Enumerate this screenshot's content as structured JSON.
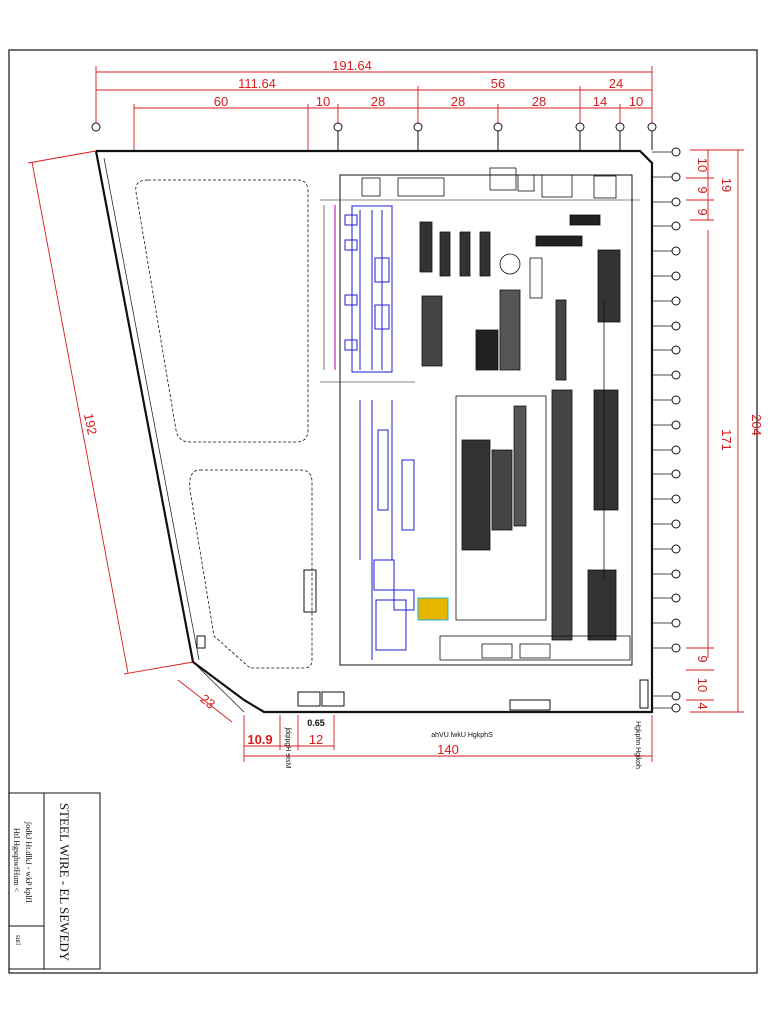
{
  "colors": {
    "dimension": "#d81c1c",
    "boundary": "#111111",
    "equipment_blue": "#1d1dd6",
    "highlight_yellow": "#e7b400",
    "accent_cyan": "#19b6d8",
    "accent_magenta": "#b100b1"
  },
  "dimensions": {
    "top_total": "191.64",
    "top_left": "111.64",
    "top_mid": "56",
    "top_right": "24",
    "top_60": "60",
    "top_10a": "10",
    "top_28a": "28",
    "top_28b": "28",
    "top_28c": "28",
    "top_14": "14",
    "top_10b": "10",
    "right_19": "19",
    "right_204": "204",
    "right_171": "171",
    "right_10": "10",
    "right_9a": "9",
    "right_9b": "9",
    "right_9c": "9",
    "right_10b": "10",
    "right_4": "4",
    "diag_192": "192",
    "diag_23": "23",
    "bottom_10_9": "10.9",
    "bottom_12": "12",
    "bottom_140": "140",
    "bottom_065": "0.65"
  },
  "labels": {
    "road_left": "ʃdqipgH ɘtsM",
    "road_main": "ahVU lwkU HgkphS",
    "road_right": "Hgkphn Hgikoh"
  },
  "title_block": {
    "title": "STEEL WIRE - EL SEWEDY",
    "line1": "Htl HgsqhwfHum <",
    "line2": "ʃodkJ Ht.dlkJ - wkP kplfl",
    "line3": "sutl"
  }
}
